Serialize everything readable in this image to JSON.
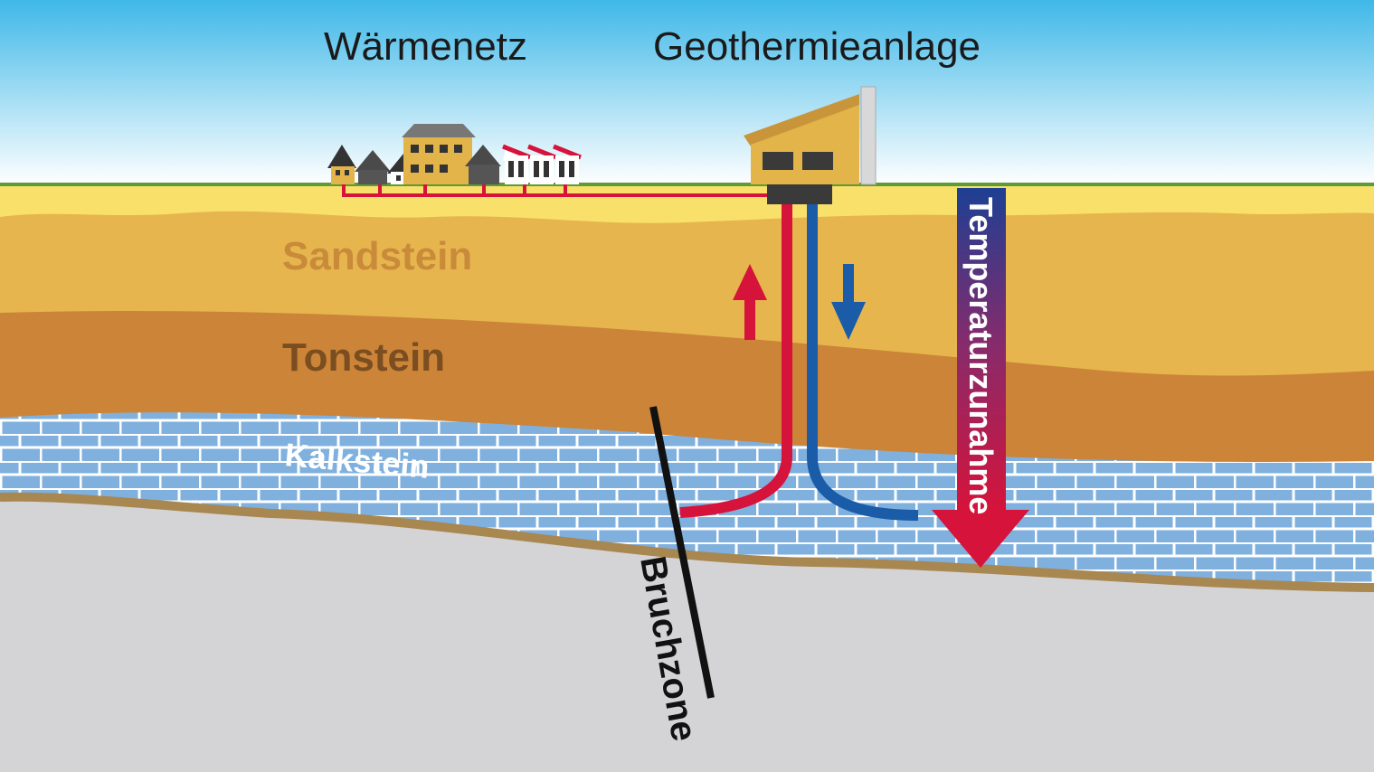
{
  "labels": {
    "heat_network": "Wärmenetz",
    "plant": "Geothermieanlage",
    "sandstone": "Sandstein",
    "claystone": "Tonstein",
    "limestone": "Kalkstein",
    "fault_zone": "Bruchzone",
    "temperature_increase": "Temperaturzunahme"
  },
  "colors": {
    "sky_top": "#3fb8e8",
    "sky_bottom": "#ffffff",
    "ground_line": "#5e9a36",
    "topsoil": "#f9e06a",
    "sandstone": "#e6b54e",
    "claystone": "#cc8438",
    "limestone": "#7fb0de",
    "base_rock": "#d4d4d6",
    "hot_pipe": "#d6133a",
    "cold_pipe": "#1a5ca8",
    "sandstone_text": "#c98a3a",
    "claystone_text": "#7a4e20"
  }
}
